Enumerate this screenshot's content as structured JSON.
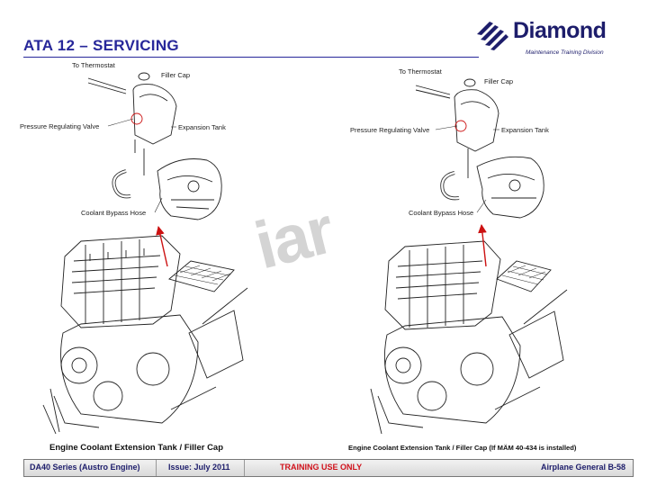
{
  "header": {
    "title": "ATA 12 – SERVICING",
    "logo_word": "Diamond",
    "logo_sub": "Maintenance Training Division"
  },
  "watermark": "iar",
  "left_figure": {
    "labels": {
      "thermostat": "To Thermostat",
      "filler_cap": "Filler Cap",
      "pressure_valve": "Pressure Regulating Valve",
      "expansion_tank": "Expansion Tank",
      "bypass_hose": "Coolant Bypass Hose"
    },
    "caption": "Engine Coolant Extension Tank / Filler Cap"
  },
  "right_figure": {
    "labels": {
      "thermostat": "To Thermostat",
      "filler_cap": "Filler Cap",
      "pressure_valve": "Pressure Regulating Valve",
      "expansion_tank": "Expansion Tank",
      "bypass_hose": "Coolant Bypass Hose"
    },
    "caption": "Engine Coolant Extension Tank / Filler Cap (If MÄM 40-434 is installed)"
  },
  "footer": {
    "model": "DA40 Series (Austro Engine)",
    "issue": "Issue: July 2011",
    "usage": "TRAINING USE ONLY",
    "reference": "Airplane General  B-58"
  },
  "colors": {
    "title": "#27279a",
    "callout_arrow": "#cc1111",
    "footer_warning": "#d0121b"
  }
}
